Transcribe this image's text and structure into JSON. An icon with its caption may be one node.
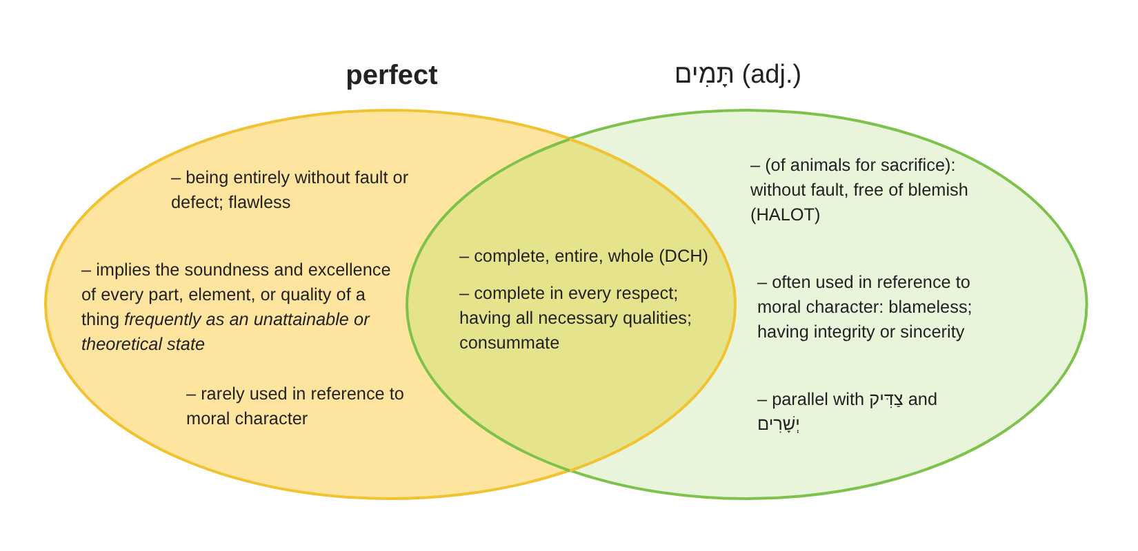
{
  "diagram": {
    "nodes": [
      {
        "text": [
          "perfect",
          "– being entirely without fault or defect; flawless",
          "– implies the soundness and excellence of every part, element, or quality of a thing *frequently as an unattainable or theoretical state*",
          "– rarely used in reference to moral character"
        ]
      },
      {
        "text": [
          "– complete, entire, whole (DCH)",
          "– complete in every respect; having all necessary qualities; consummate"
        ]
      },
      {
        "text": [
          "תָּמִים (adj.)",
          "– (of animals for sacrifice): without fault, free of blemish (HALOT)",
          "– often used in reference to moral character: blameless; having integrity or sincerity",
          "– parallel with צַדִּיק and יְשָׁרִים"
        ]
      }
    ]
  }
}
